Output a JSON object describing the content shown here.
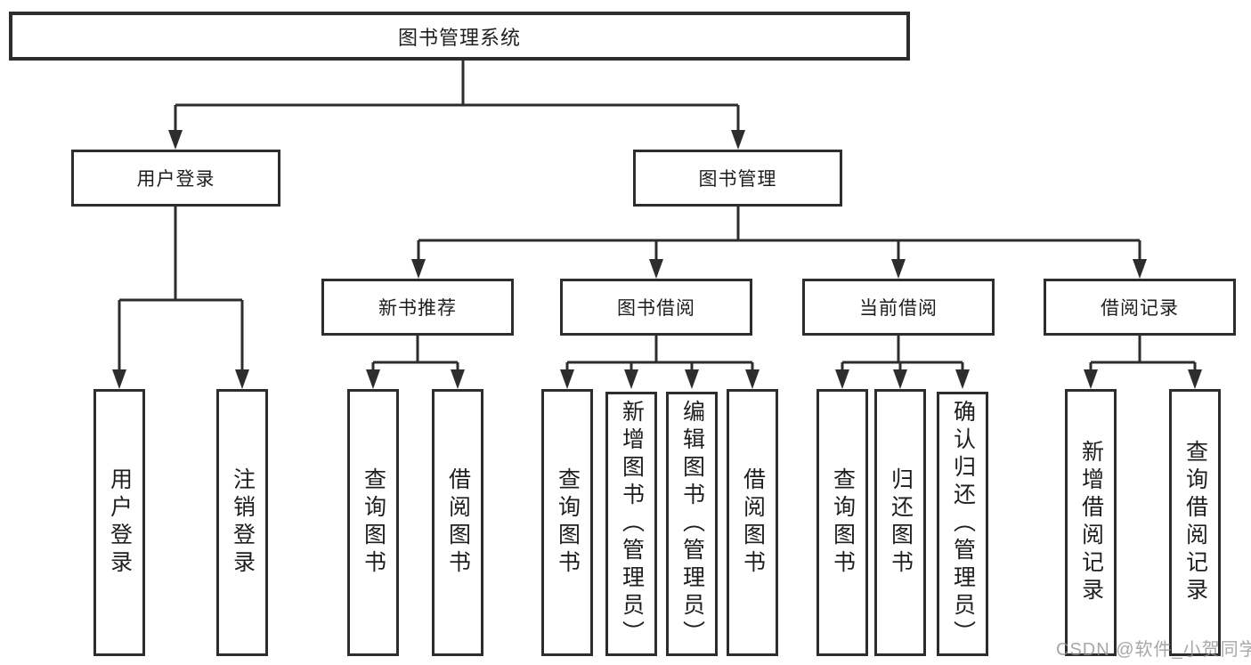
{
  "tree": {
    "root": {
      "label": "图书管理系统"
    },
    "level1": [
      {
        "label": "用户登录"
      },
      {
        "label": "图书管理"
      }
    ],
    "level2": [
      {
        "label": "新书推荐",
        "parent": "图书管理"
      },
      {
        "label": "图书借阅",
        "parent": "图书管理"
      },
      {
        "label": "当前借阅",
        "parent": "图书管理"
      },
      {
        "label": "借阅记录",
        "parent": "图书管理"
      }
    ],
    "leaves": [
      {
        "label": "用户登录",
        "parent": "用户登录"
      },
      {
        "label": "注销登录",
        "parent": "用户登录"
      },
      {
        "label": "查询图书",
        "parent": "新书推荐"
      },
      {
        "label": "借阅图书",
        "parent": "新书推荐"
      },
      {
        "label": "查询图书",
        "parent": "图书借阅"
      },
      {
        "label": "新增图书（管理员）",
        "parent": "图书借阅"
      },
      {
        "label": "编辑图书（管理员）",
        "parent": "图书借阅"
      },
      {
        "label": "借阅图书",
        "parent": "图书借阅"
      },
      {
        "label": "查询图书",
        "parent": "当前借阅"
      },
      {
        "label": "归还图书",
        "parent": "当前借阅"
      },
      {
        "label": "确认归还（管理员）",
        "parent": "当前借阅"
      },
      {
        "label": "新增借阅记录",
        "parent": "借阅记录"
      },
      {
        "label": "查询借阅记录",
        "parent": "借阅记录"
      }
    ]
  },
  "colors": {
    "line": "#2d2d2d",
    "box_border": "#2d2d2d",
    "text": "#1e1e1e",
    "background": "#ffffff",
    "watermark": "#919191"
  },
  "watermark": {
    "text": "CSDN @软件_小贺同学"
  }
}
